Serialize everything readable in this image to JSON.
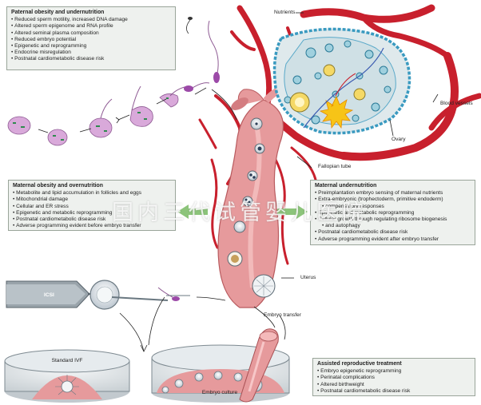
{
  "boxes": {
    "paternal": {
      "title": "Paternal obesity and undernutrition",
      "items": [
        "Reduced sperm motility, increased DNA damage",
        "Altered sperm epigenome and RNA profile",
        "Altered seminal plasma composition",
        "Reduced embryo potential",
        "Epigenetic and reprogramming",
        "Endocrine misregulation",
        "Postnatal cardiometabolic disease risk"
      ]
    },
    "maternal_obesity": {
      "title": "Maternal obesity and overnutrition",
      "items": [
        "Metabolite and lipid accumulation in follicles and eggs",
        "Mitochondrial damage",
        "Cellular and ER stress",
        "Epigenetic and metabolic reprogramming",
        "Postnatal cardiometabolic disease risk",
        "Adverse programming evident before embryo transfer"
      ]
    },
    "maternal_under": {
      "title": "Maternal undernutrition",
      "items": [
        "Preimplantation embryo sensing of maternal nutrients",
        "Extra-embryonic (trophectoderm, primitive endoderm)",
        "compensatory responses",
        "Epigenetic and metabolic reprogramming",
        "Cellular growth through regulating ribosome biogenesis",
        "and autophagy",
        "Postnatal cardiometabolic disease risk",
        "Adverse programming evident after embryo transfer"
      ]
    },
    "assisted": {
      "title": "Assisted reproductive treatment",
      "items": [
        "Embryo epigenetic reprogramming",
        "Perinatal complications",
        "Altered birthweight",
        "Postnatal cardiometabolic disease risk"
      ]
    }
  },
  "labels": {
    "nutrients": "Nutrients",
    "blood_vessels": "Blood vessels",
    "ovary": "Ovary",
    "fallopian_tube": "Fallopian tube",
    "uterus": "Uterus",
    "icsi": "ICSI",
    "embryo_transfer": "Embryo transfer",
    "standard_ivf": "Standard IVF",
    "embryo_culture": "Embryo culture"
  },
  "watermark": "国内三代试管婴儿医院",
  "colors": {
    "vessel": "#c8202d",
    "tract": "#e69a9c",
    "box_bg": "#eef1ee",
    "arrow_green": "#8cc47a",
    "sperm_purple": "#9c4aa8"
  },
  "icons": [
    "sperm-icon",
    "egg-icon",
    "embryo-icon",
    "ovary-icon",
    "pipette-icon",
    "petri-dish-icon",
    "arrow-icon"
  ]
}
